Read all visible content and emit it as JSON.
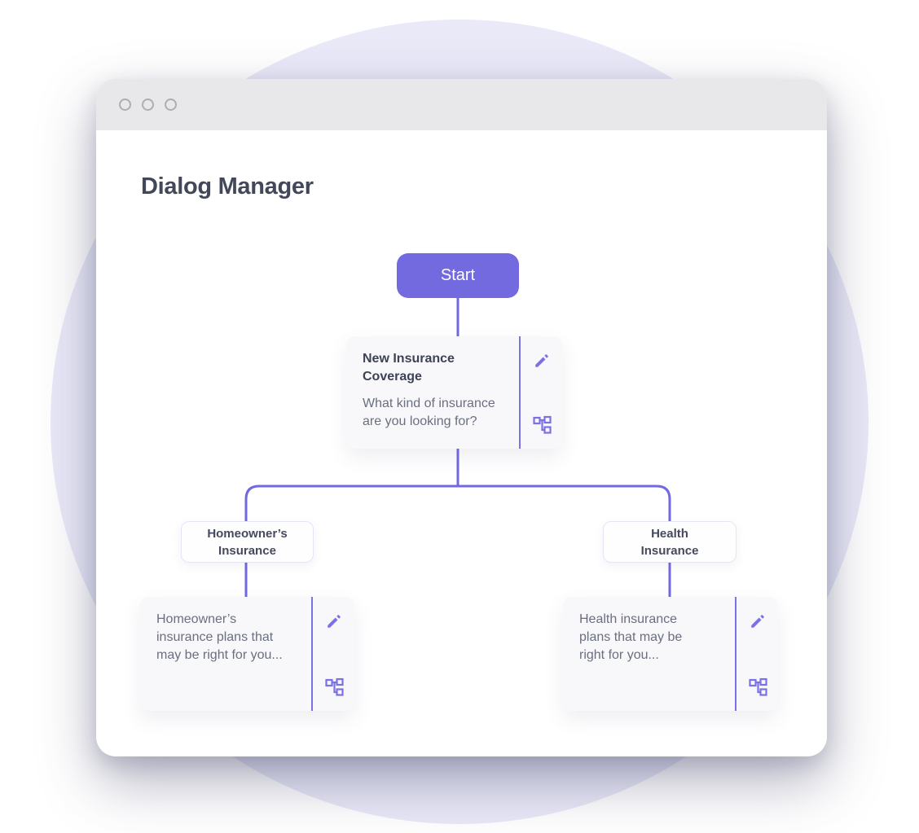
{
  "window": {
    "title": "Dialog Manager"
  },
  "flow": {
    "start": {
      "label": "Start"
    },
    "root_node": {
      "title": "New Insurance\nCoverage",
      "body": "What kind of insurance\nare you looking for?"
    },
    "branches": [
      {
        "label": "Homeowner’s\nInsurance",
        "node_body": "Homeowner’s\ninsurance plans that\nmay be right for you..."
      },
      {
        "label": "Health\nInsurance",
        "node_body": "Health insurance\nplans that may be\nright for you..."
      }
    ]
  },
  "icons": {
    "edit": "pencil-icon",
    "branch": "tree-icon",
    "traffic_lights": [
      "close-icon",
      "minimize-icon",
      "maximize-icon"
    ]
  },
  "colors": {
    "accent": "#736ae0",
    "connector": "#7268df",
    "icon": "#7b70e4",
    "backdrop_circle": "#e9e9f8",
    "window_header": "#e8e7ea",
    "card_background": "#f8f8fb",
    "title_text": "#43475a",
    "body_text": "#6a6f7f"
  }
}
